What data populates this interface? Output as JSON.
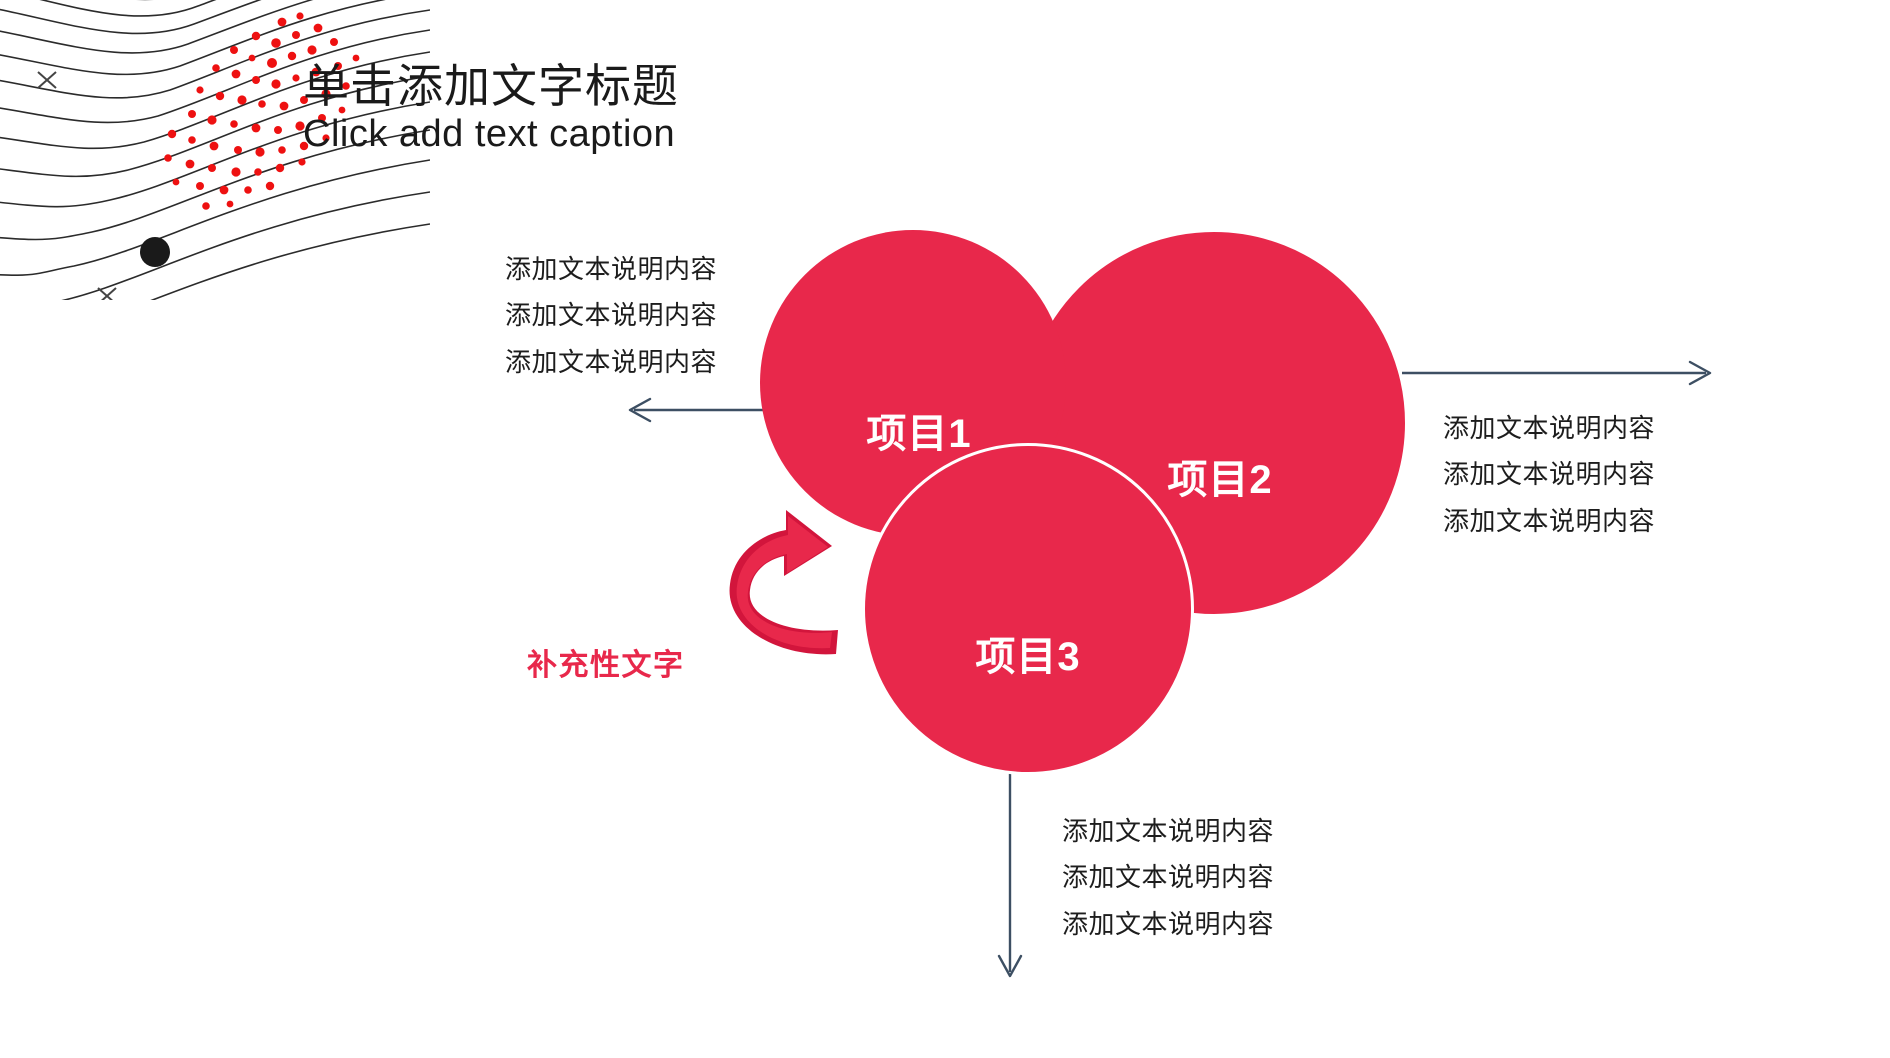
{
  "slide": {
    "background_color": "#ffffff",
    "accent_color": "#E8284B",
    "line_color": "#3d4f63",
    "text_color": "#1d1d1d"
  },
  "title": {
    "cn": "单击添加文字标题",
    "en": "Click add text caption"
  },
  "circles": [
    {
      "id": "1",
      "label": "项目1",
      "color": "#E8284B"
    },
    {
      "id": "2",
      "label": "项目2",
      "color": "#E8284B"
    },
    {
      "id": "3",
      "label": "项目3",
      "color": "#E8284B"
    }
  ],
  "text_blocks": {
    "left": {
      "lines": [
        "添加文本说明内容",
        "添加文本说明内容",
        "添加文本说明内容"
      ]
    },
    "right": {
      "lines": [
        "添加文本说明内容",
        "添加文本说明内容",
        "添加文本说明内容"
      ]
    },
    "bottom": {
      "lines": [
        "添加文本说明内容",
        "添加文本说明内容",
        "添加文本说明内容"
      ]
    }
  },
  "supplementary": {
    "label": "补充性文字",
    "color": "#E8284B"
  },
  "decor": {
    "wave_line_color": "#2b2b2b",
    "dot_color": "#ee1111",
    "big_dot_color": "#1a1a1a",
    "cross_color": "#444444"
  }
}
